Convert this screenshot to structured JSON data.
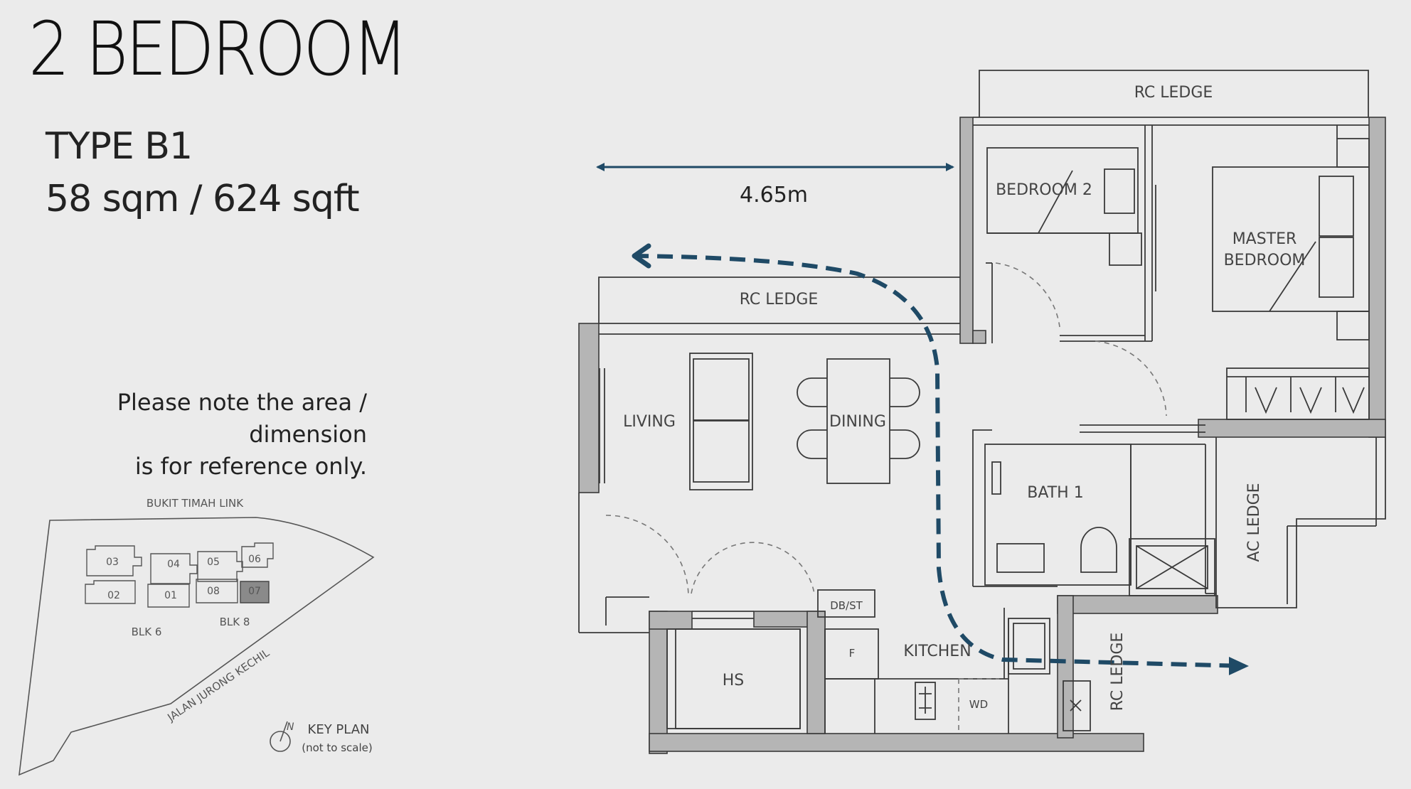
{
  "title": "2 BEDROOM",
  "unit_type": "TYPE B1",
  "area": "58 sqm / 624 sqft",
  "note_line1": "Please note the area / dimension",
  "note_line2": "is for reference only.",
  "key_plan": {
    "road_top": "BUKIT TIMAH LINK",
    "road_bottom": "JALAN JURONG KECHIL",
    "block_labels": [
      "BLK 6",
      "BLK 8"
    ],
    "unit_numbers": [
      "03",
      "04",
      "05",
      "06",
      "02",
      "01",
      "08",
      "07"
    ],
    "highlighted_unit": "07",
    "north_mark": "N",
    "label": "KEY PLAN",
    "scale_note": "(not to scale)"
  },
  "floor_plan": {
    "dimension": "4.65m",
    "rooms": {
      "rc_ledge_top": "RC LEDGE",
      "rc_ledge_living": "RC LEDGE",
      "rc_ledge_side": "RC LEDGE",
      "bedroom2": "BEDROOM 2",
      "master_line1": "MASTER",
      "master_line2": "BEDROOM",
      "living": "LIVING",
      "dining": "DINING",
      "bath1": "BATH 1",
      "ac_ledge": "AC LEDGE",
      "kitchen": "KITCHEN",
      "hs": "HS",
      "dbst": "DB/ST",
      "fridge": "F",
      "wd": "WD"
    }
  },
  "colors": {
    "background": "#ebebeb",
    "wall": "#b5b5b5",
    "line": "#3a3a3a",
    "arrow": "#1f4a66"
  }
}
